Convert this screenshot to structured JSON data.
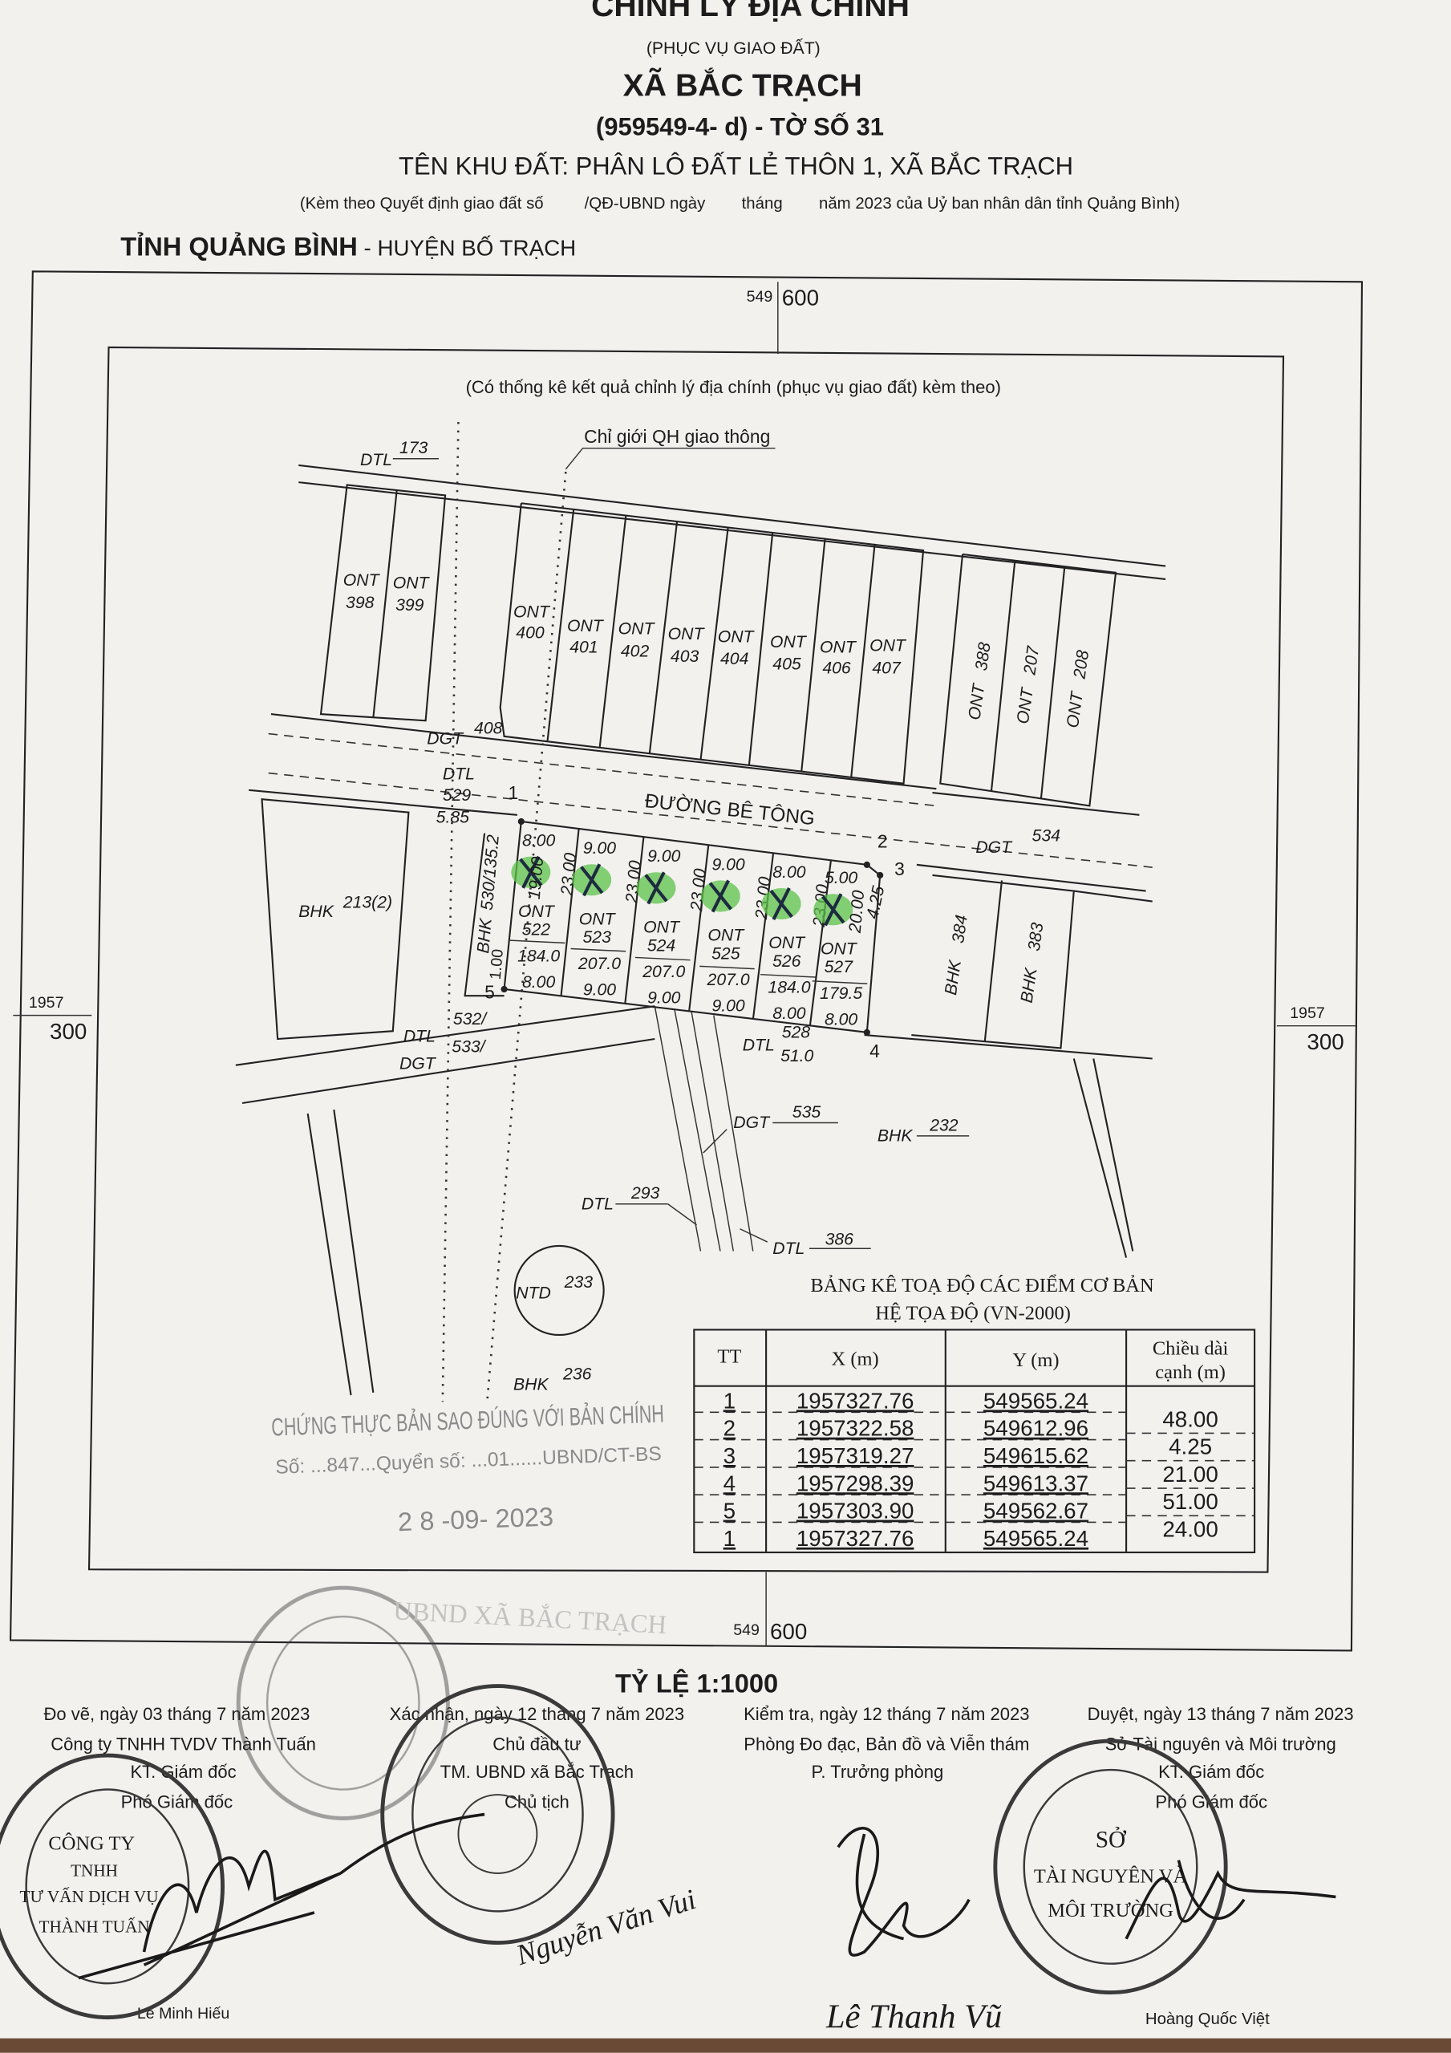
{
  "header": {
    "title": "CHỈNH LÝ ĐỊA CHÍNH",
    "subtitle": "(PHỤC VỤ GIAO ĐẤT)",
    "commune": "XÃ BẮC TRẠCH",
    "sheet": "(959549-4- d) - TỜ SỐ 31",
    "area_name": "TÊN KHU ĐẤT: PHÂN LÔ ĐẤT LẺ THÔN 1, XÃ BẮC TRẠCH",
    "decision": "(Kèm theo Quyết định giao đất số         /QĐ-UBND ngày        tháng        năm 2023 của Uỷ ban nhân dân tỉnh Quảng Bình)",
    "province": "TỈNH QUẢNG BÌNH",
    "district": " - HUYỆN BỐ TRẠCH"
  },
  "grid": {
    "top_a": "549",
    "top_b": "600",
    "left_a": "1957",
    "left_b": "300"
  },
  "map": {
    "note": "(Có thống kê kết quả chỉnh lý địa chính (phục vụ giao đất) kèm theo)",
    "planning_line": "Chỉ giới QH giao thông",
    "road_name": "ĐƯỜNG BÊ TÔNG",
    "parcels": [
      {
        "code": "DTL",
        "num": "173"
      },
      {
        "code": "ONT",
        "num": "398"
      },
      {
        "code": "ONT",
        "num": "399"
      },
      {
        "code": "ONT",
        "num": "400"
      },
      {
        "code": "ONT",
        "num": "401"
      },
      {
        "code": "ONT",
        "num": "402"
      },
      {
        "code": "ONT",
        "num": "403"
      },
      {
        "code": "ONT",
        "num": "404"
      },
      {
        "code": "ONT",
        "num": "405"
      },
      {
        "code": "ONT",
        "num": "406"
      },
      {
        "code": "ONT",
        "num": "407"
      },
      {
        "code": "ONT",
        "num": "388"
      },
      {
        "code": "ONT",
        "num": "207"
      },
      {
        "code": "ONT",
        "num": "208"
      },
      {
        "code": "DGT",
        "num": "408"
      },
      {
        "code": "DTL",
        "num": "529",
        "extra": "5.85"
      },
      {
        "code": "BHK",
        "num": "213(2)"
      },
      {
        "code": "BHK",
        "num": "530/135.2"
      },
      {
        "code": "DGT",
        "num": "534"
      },
      {
        "code": "BHK",
        "num": "384"
      },
      {
        "code": "BHK",
        "num": "383"
      },
      {
        "code": "DTL",
        "num": "532/"
      },
      {
        "code": "DGT",
        "num": "533/"
      },
      {
        "code": "DTL",
        "num": "528",
        "extra": "51.0"
      },
      {
        "code": "DGT",
        "num": "535"
      },
      {
        "code": "BHK",
        "num": "232"
      },
      {
        "code": "DTL",
        "num": "293"
      },
      {
        "code": "DTL",
        "num": "386"
      },
      {
        "code": "NTD",
        "num": "233"
      },
      {
        "code": "BHK",
        "num": "236"
      }
    ],
    "lots": [
      {
        "code": "ONT",
        "num": "522",
        "area": "184.0",
        "front": "8.00",
        "back": "8.00",
        "depth": "23.00",
        "left": "19.00"
      },
      {
        "code": "ONT",
        "num": "523",
        "area": "207.0",
        "front": "9.00",
        "back": "9.00",
        "depth": "23.00"
      },
      {
        "code": "ONT",
        "num": "524",
        "area": "207.0",
        "front": "9.00",
        "back": "9.00",
        "depth": "23.00"
      },
      {
        "code": "ONT",
        "num": "525",
        "area": "207.0",
        "front": "9.00",
        "back": "9.00",
        "depth": "23.00"
      },
      {
        "code": "ONT",
        "num": "526",
        "area": "184.0",
        "front": "8.00",
        "back": "8.00",
        "depth": "23.00"
      },
      {
        "code": "ONT",
        "num": "527",
        "area": "179.5",
        "front": "5.00",
        "back": "8.00",
        "depth": "20.00",
        "corner": "4.25"
      }
    ],
    "side_left": "1.00",
    "points": [
      "1",
      "2",
      "3",
      "4",
      "5"
    ],
    "highlight_color": "#5cc24a"
  },
  "table": {
    "title": "BẢNG KÊ TOẠ ĐỘ CÁC ĐIỂM CƠ BẢN",
    "subtitle": "HỆ TỌA ĐỘ (VN-2000)",
    "headers": [
      "TT",
      "X (m)",
      "Y (m)",
      "Chiều dài",
      "cạnh (m)"
    ],
    "rows": [
      {
        "tt": "1",
        "x": "1957327.76",
        "y": "549565.24"
      },
      {
        "tt": "2",
        "x": "1957322.58",
        "y": "549612.96"
      },
      {
        "tt": "3",
        "x": "1957319.27",
        "y": "549615.62"
      },
      {
        "tt": "4",
        "x": "1957298.39",
        "y": "549613.37"
      },
      {
        "tt": "5",
        "x": "1957303.90",
        "y": "549562.67"
      },
      {
        "tt": "1",
        "x": "1957327.76",
        "y": "549565.24"
      }
    ],
    "lengths": [
      "48.00",
      "4.25",
      "21.00",
      "51.00",
      "24.00"
    ]
  },
  "certification": {
    "line1": "CHỨNG THỰC BẢN SAO ĐÚNG VỚI BẢN CHÍNH",
    "line2": "Số: ...847...Quyển số: ...01......UBND/CT-BS",
    "date": "2 8 -09- 2023"
  },
  "scale": "TỶ LỆ 1:1000",
  "signatures": [
    {
      "date": "Đo vẽ, ngày 03 tháng 7 năm 2023",
      "org": "Công ty TNHH TVDV Thành Tuấn",
      "role1": "KT. Giám đốc",
      "role2": "Phó Giám đốc",
      "name": "Lê Minh Hiếu"
    },
    {
      "date": "Xác nhận, ngày 12 tháng 7 năm 2023",
      "org": "Chủ đầu tư",
      "role1": "TM. UBND xã Bắc Trạch",
      "role2": "Chủ tịch",
      "name": "Nguyễn Văn Vui"
    },
    {
      "date": "Kiểm tra, ngày 12 tháng 7 năm 2023",
      "org": "Phòng Đo đạc, Bản đồ và Viễn thám",
      "role1": "P. Trưởng phòng",
      "name": "Lê Thanh Vũ"
    },
    {
      "date": "Duyệt, ngày 13 tháng 7 năm 2023",
      "org": "Sở Tài nguyên và Môi trường",
      "role1": "KT. Giám đốc",
      "role2": "Phó Giám đốc",
      "name": "Hoàng Quốc Việt"
    }
  ],
  "stamps": {
    "company": "CÔNG TY TNHH TƯ VẤN DỊCH VỤ THÀNH TUẤN",
    "commune": "UBND XÃ BẮC TRẠCH",
    "department": "SỞ TÀI NGUYÊN VÀ MÔI TRƯỜNG"
  }
}
